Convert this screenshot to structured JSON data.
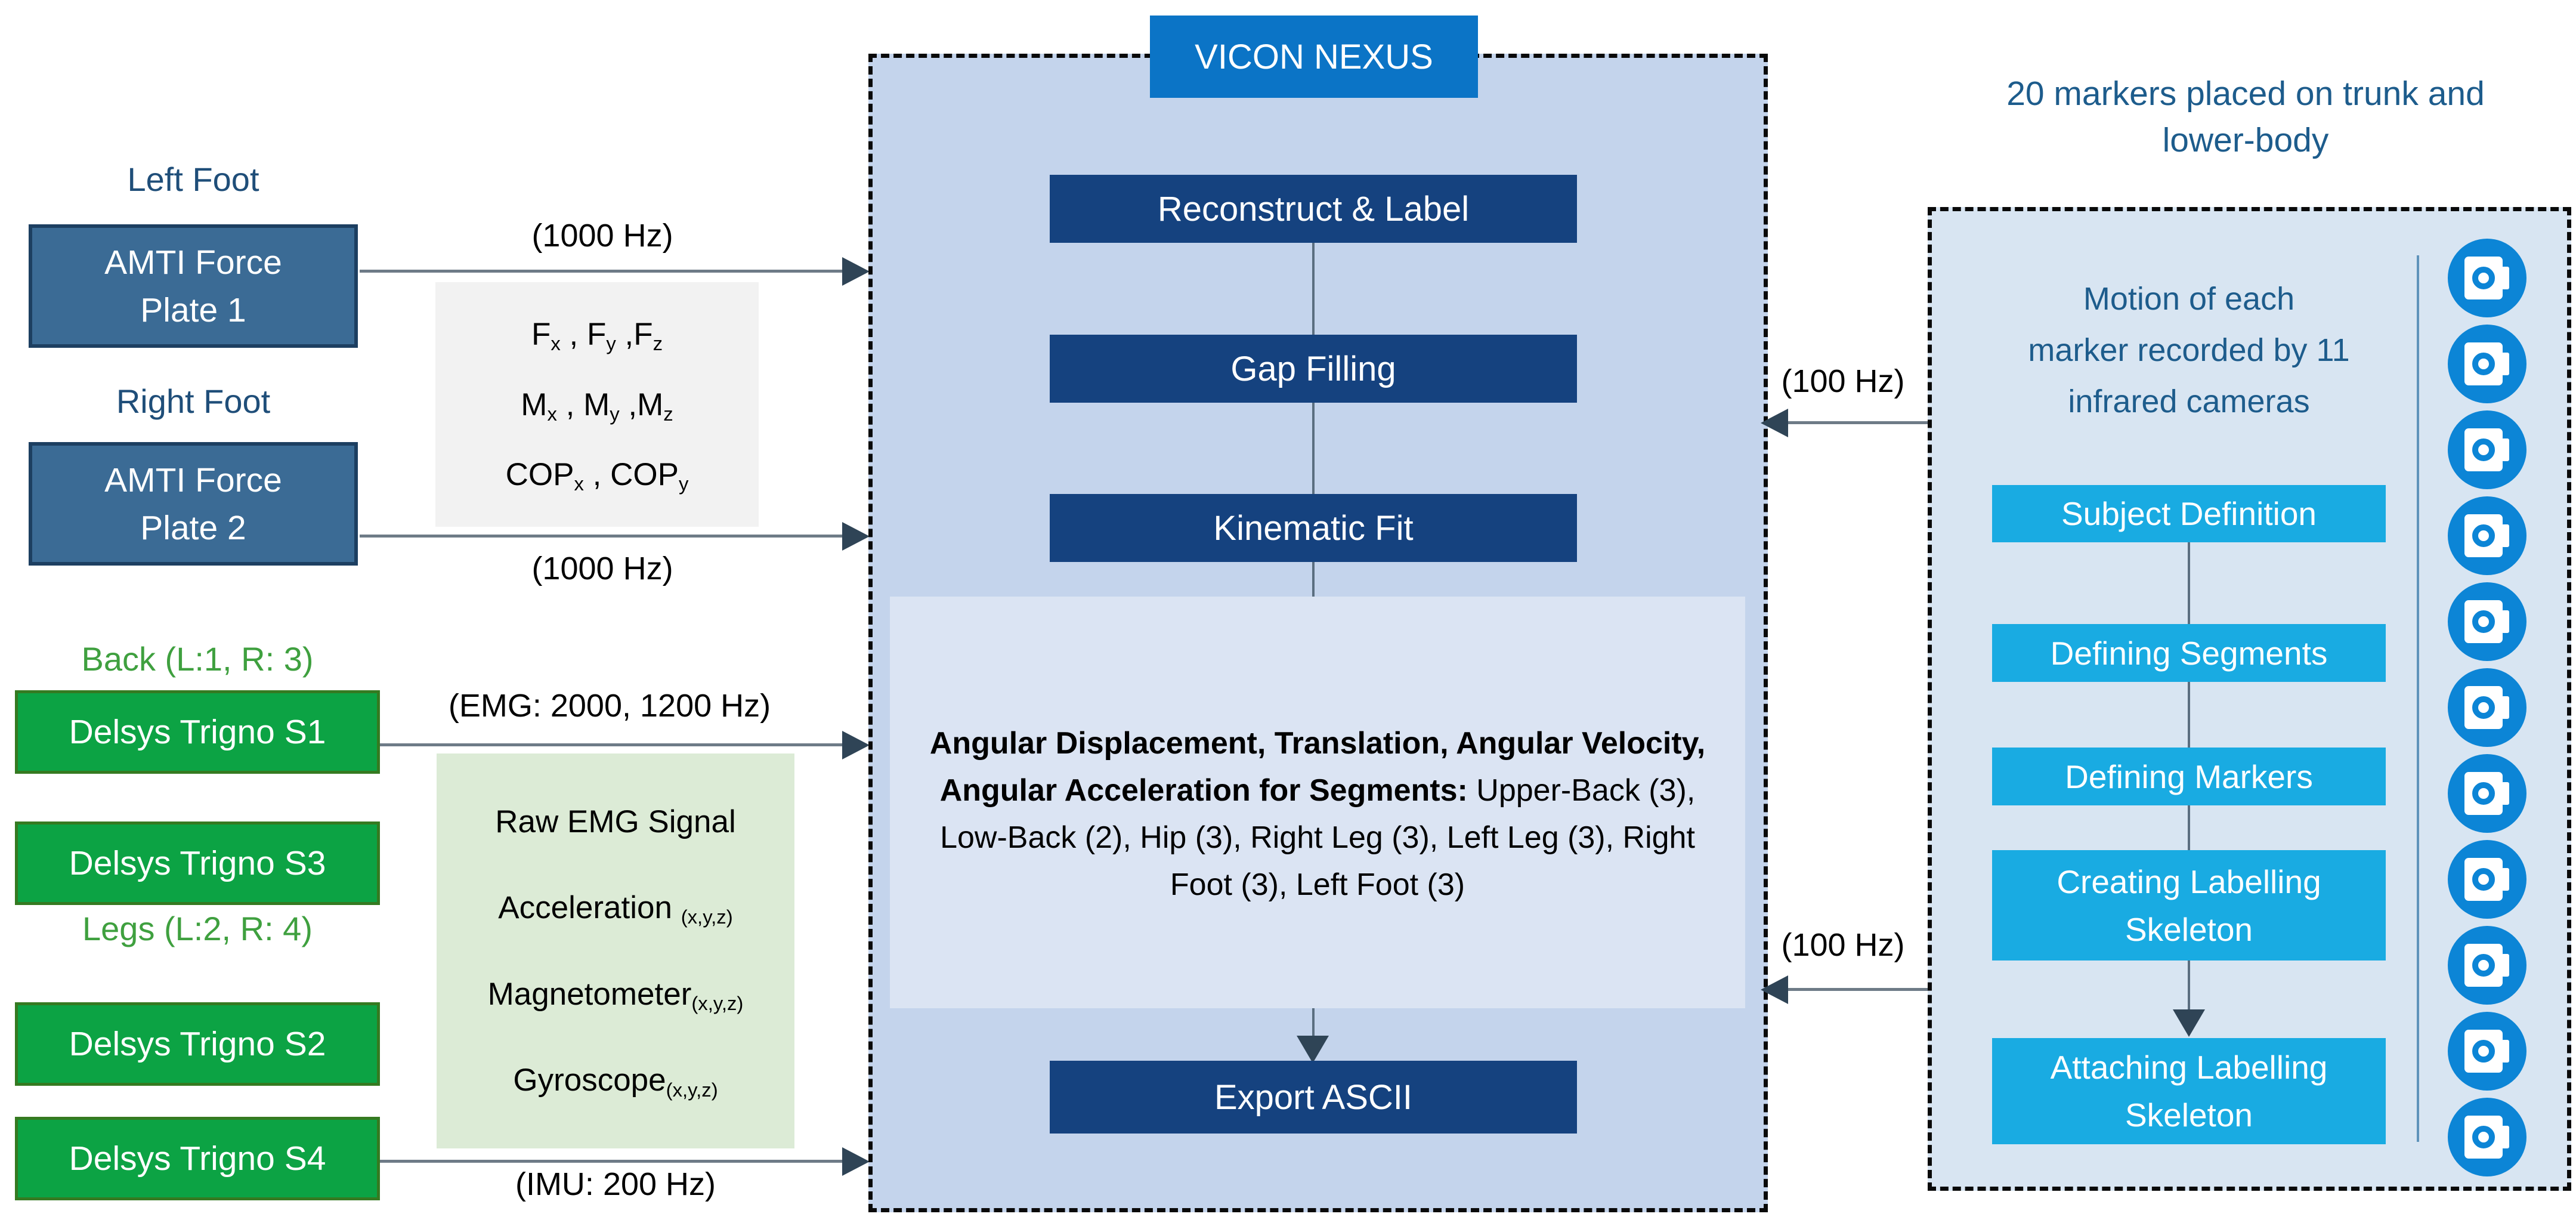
{
  "left": {
    "left_foot_label": "Left Foot",
    "right_foot_label": "Right Foot",
    "force_plate_1_lines": [
      "AMTI Force",
      "Plate 1"
    ],
    "force_plate_2_lines": [
      "AMTI Force",
      "Plate 2"
    ],
    "rate_top": "(1000 Hz)",
    "rate_bottom": "(1000 Hz)",
    "force_lines": [
      [
        {
          "t": "F"
        },
        {
          "s": "x"
        },
        {
          "t": " , F"
        },
        {
          "s": "y"
        },
        {
          "t": " ,F"
        },
        {
          "s": "z"
        }
      ],
      [
        {
          "t": "M"
        },
        {
          "s": "x"
        },
        {
          "t": " , M"
        },
        {
          "s": "y"
        },
        {
          "t": " ,M"
        },
        {
          "s": "z"
        }
      ],
      [
        {
          "t": "COP"
        },
        {
          "s": "x"
        },
        {
          "t": " , COP"
        },
        {
          "s": "y"
        }
      ]
    ],
    "back_label": "Back (L:1, R: 3)",
    "legs_label": "Legs (L:2, R: 4)",
    "sensor_s1": "Delsys Trigno S1",
    "sensor_s3": "Delsys Trigno S3",
    "sensor_s2": "Delsys Trigno S2",
    "sensor_s4": "Delsys Trigno S4",
    "emg_rate": "(EMG: 2000, 1200 Hz)",
    "imu_rate": "(IMU: 200 Hz)",
    "imu_lines": [
      [
        {
          "t": "Raw EMG Signal"
        }
      ],
      [
        {
          "t": "Acceleration "
        },
        {
          "s": "(x,y,z)"
        }
      ],
      [
        {
          "t": "Magnetometer"
        },
        {
          "s": "(x,y,z)"
        }
      ],
      [
        {
          "t": "Gyroscope"
        },
        {
          "s": "(x,y,z)"
        }
      ]
    ]
  },
  "center": {
    "title": "VICON NEXUS",
    "steps": {
      "reconstruct": "Reconstruct & Label",
      "gap": "Gap Filling",
      "kinematic": "Kinematic Fit",
      "export": "Export ASCII"
    },
    "output_bold": "Angular Displacement, Translation,  Angular Velocity, Angular Acceleration for Segments:",
    "output_rest": " Upper-Back (3), Low-Back (2), Hip (3), Right Leg (3), Left Leg (3),  Right Foot (3), Left Foot (3)"
  },
  "right": {
    "header_lines": [
      "20 markers placed on trunk and",
      "lower-body"
    ],
    "motion_lines": [
      "Motion of each",
      "marker recorded by 11",
      "infrared cameras"
    ],
    "rate_top": "(100 Hz)",
    "rate_bottom": "(100 Hz)",
    "steps": {
      "subject": "Subject Definition",
      "segments": "Defining Segments",
      "markers": "Defining Markers",
      "creating_lines": [
        "Creating Labelling",
        "Skeleton"
      ],
      "attaching_lines": [
        "Attaching Labelling",
        "Skeleton"
      ]
    },
    "camera_count": 11,
    "camera_icon": "camera-icon"
  },
  "colors": {
    "navy_box": "#15427f",
    "vicon_header": "#0b74c6",
    "cyan_box": "#19abe2",
    "camera_blue": "#0c85d6",
    "amti_fill": "#3b6b95",
    "amti_border": "#1d3f61",
    "delsys_green": "#0ca344",
    "light_green_panel": "#dcebd6",
    "gray_panel": "#f2f2f2",
    "center_panel": "#c4d4ec",
    "inner_panel": "#dbe4f3",
    "right_panel": "#d8e5f2",
    "dark_blue_text": "#1f4e79",
    "right_blue_text": "#1d5c8c",
    "green_text": "#3fa03f",
    "connector": "#6e7b87",
    "arrowhead": "#2f4456"
  }
}
